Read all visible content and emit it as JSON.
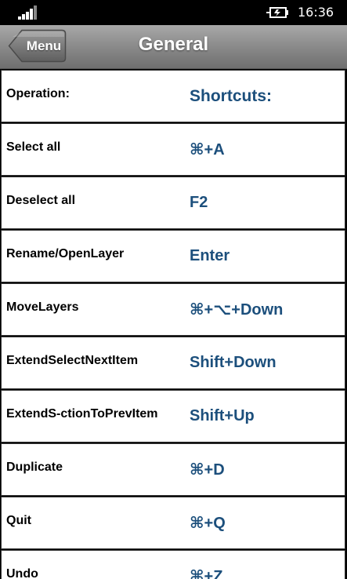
{
  "status_bar": {
    "time": "16:36",
    "icons": [
      "signal-icon",
      "battery-charging-icon"
    ]
  },
  "header": {
    "back_label": "Menu",
    "title": "General"
  },
  "colors": {
    "header_gradient_top": "#a8a8a8",
    "header_gradient_bottom": "#6f6f6f",
    "shortcut_text": "#1c4f7c",
    "row_background": "#ffffff"
  },
  "table": {
    "column_headers": {
      "operation": "Operation:",
      "shortcut": "Shortcuts:"
    },
    "rows": [
      {
        "operation": "Select all",
        "shortcut": "⌘+A"
      },
      {
        "operation": "Deselect all",
        "shortcut": "F2"
      },
      {
        "operation": "Rename/OpenLayer",
        "shortcut": "Enter"
      },
      {
        "operation": "MoveLayers",
        "shortcut": "⌘+⌥+Down"
      },
      {
        "operation": "ExtendSelectNextItem",
        "shortcut": "Shift+Down"
      },
      {
        "operation": "ExtendS-ctionToPrevItem",
        "shortcut": "Shift+Up"
      },
      {
        "operation": "Duplicate",
        "shortcut": "⌘+D"
      },
      {
        "operation": "Quit",
        "shortcut": "⌘+Q"
      },
      {
        "operation": "Undo",
        "shortcut": "⌘+Z"
      }
    ]
  }
}
